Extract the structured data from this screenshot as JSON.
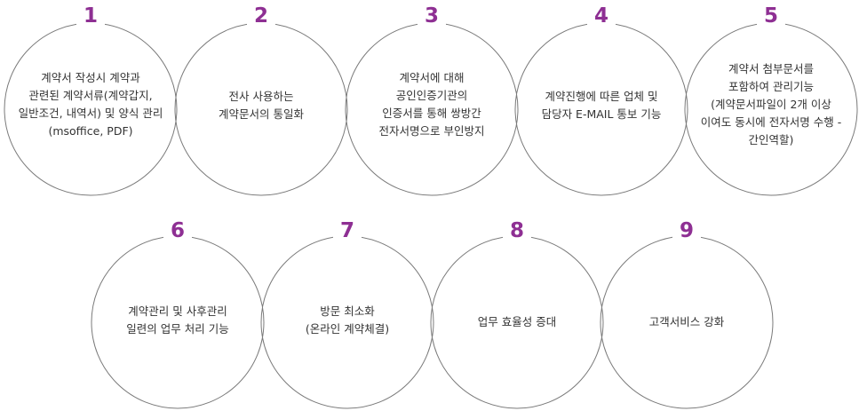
{
  "theme": {
    "number_color": "#8e2f93",
    "text_color": "#333333",
    "outline_color": "#7a7a7a"
  },
  "row1": [
    {
      "number": "1",
      "text": "계약서 작성시 계약과\n관련된 계약서류(계약갑지,\n일반조건, 내역서) 및 양식 관리\n(msoffice, PDF)"
    },
    {
      "number": "2",
      "text": "전사 사용하는\n계약문서의 통일화"
    },
    {
      "number": "3",
      "text": "계약서에 대해\n공인인증기관의\n인증서를 통해 쌍방간\n전자서명으로 부인방지"
    },
    {
      "number": "4",
      "text": "계약진행에 따른 업체 및\n담당자 E-MAIL 통보 기능"
    },
    {
      "number": "5",
      "text": "계약서 첨부문서를\n포함하여 관리기능\n(계약문서파일이 2개 이상\n이여도 동시에 전자서명 수행 -\n간인역할)"
    }
  ],
  "row2": [
    {
      "number": "6",
      "text": "계약관리 및 사후관리\n일련의 업무 처리 기능"
    },
    {
      "number": "7",
      "text": "방문 최소화\n(온라인 계약체결)"
    },
    {
      "number": "8",
      "text": "업무 효율성 증대"
    },
    {
      "number": "9",
      "text": "고객서비스 강화"
    }
  ]
}
